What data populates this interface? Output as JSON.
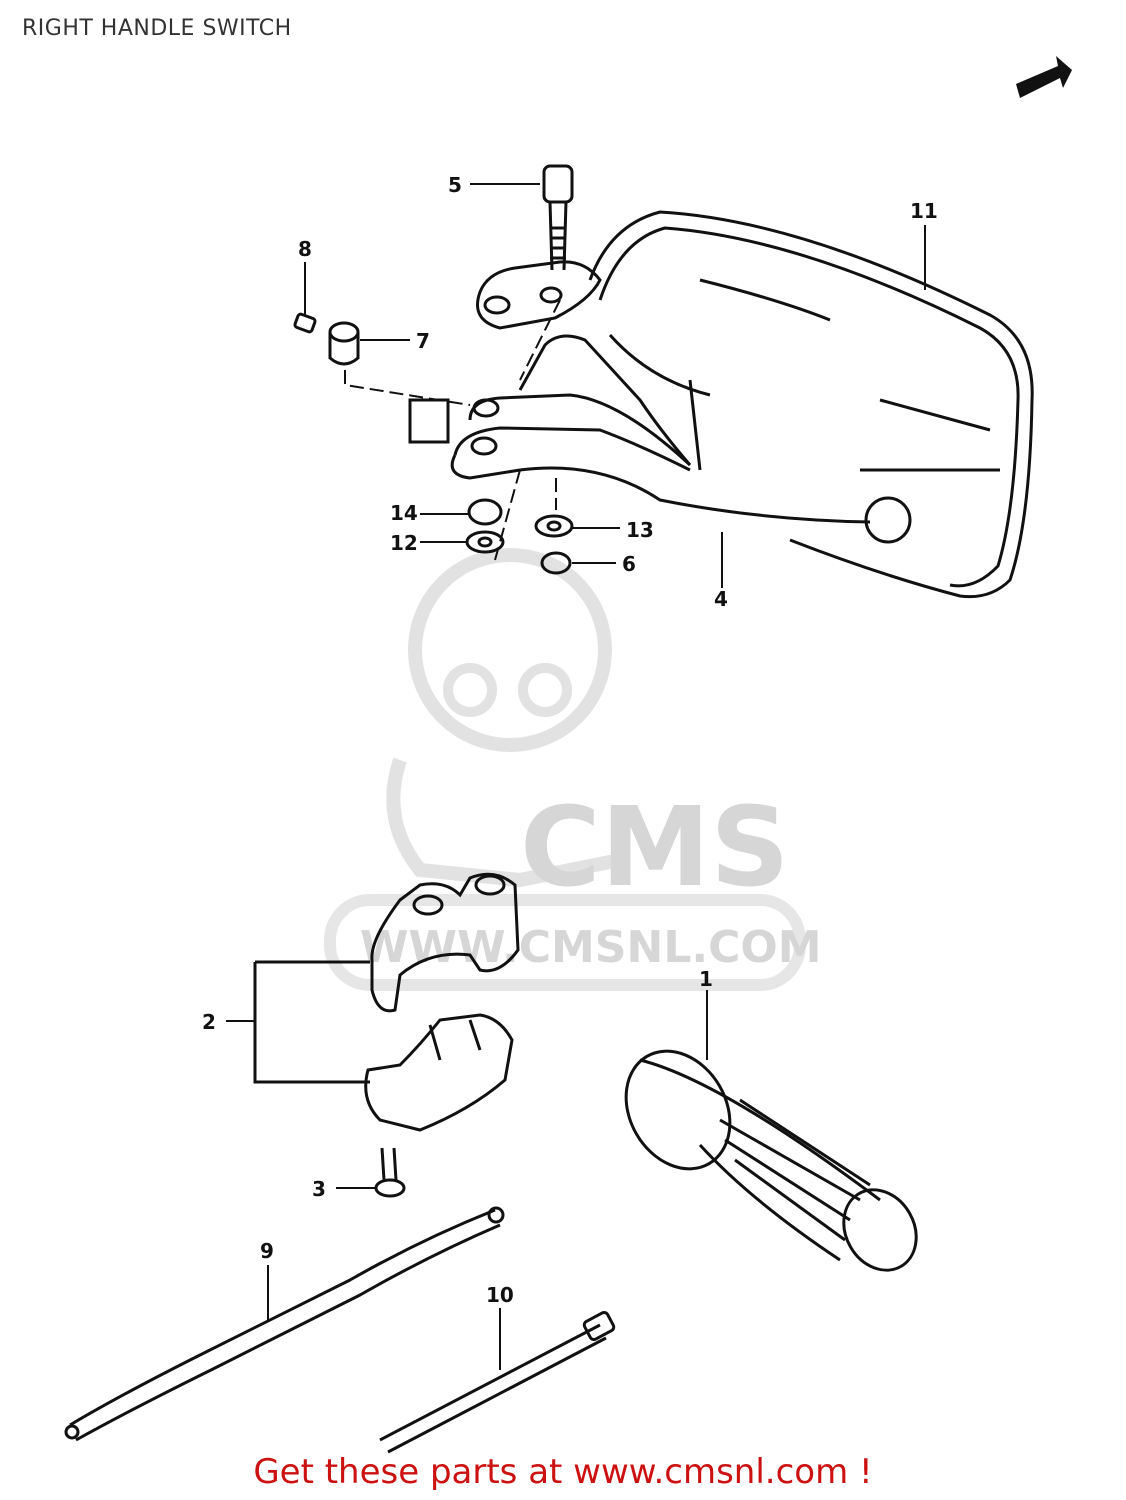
{
  "title": "RIGHT HANDLE SWITCH",
  "footer": "Get these parts at www.cmsnl.com !",
  "watermark": {
    "brand": "CMS",
    "url": "WWW.CMSNL.COM"
  },
  "colors": {
    "ink": "#111111",
    "cta": "#cc1111",
    "watermark": "#d6d6d6",
    "background": "#ffffff"
  },
  "callouts": [
    "5",
    "11",
    "8",
    "7",
    "14",
    "12",
    "13",
    "6",
    "4",
    "2",
    "1",
    "3",
    "9",
    "10"
  ]
}
